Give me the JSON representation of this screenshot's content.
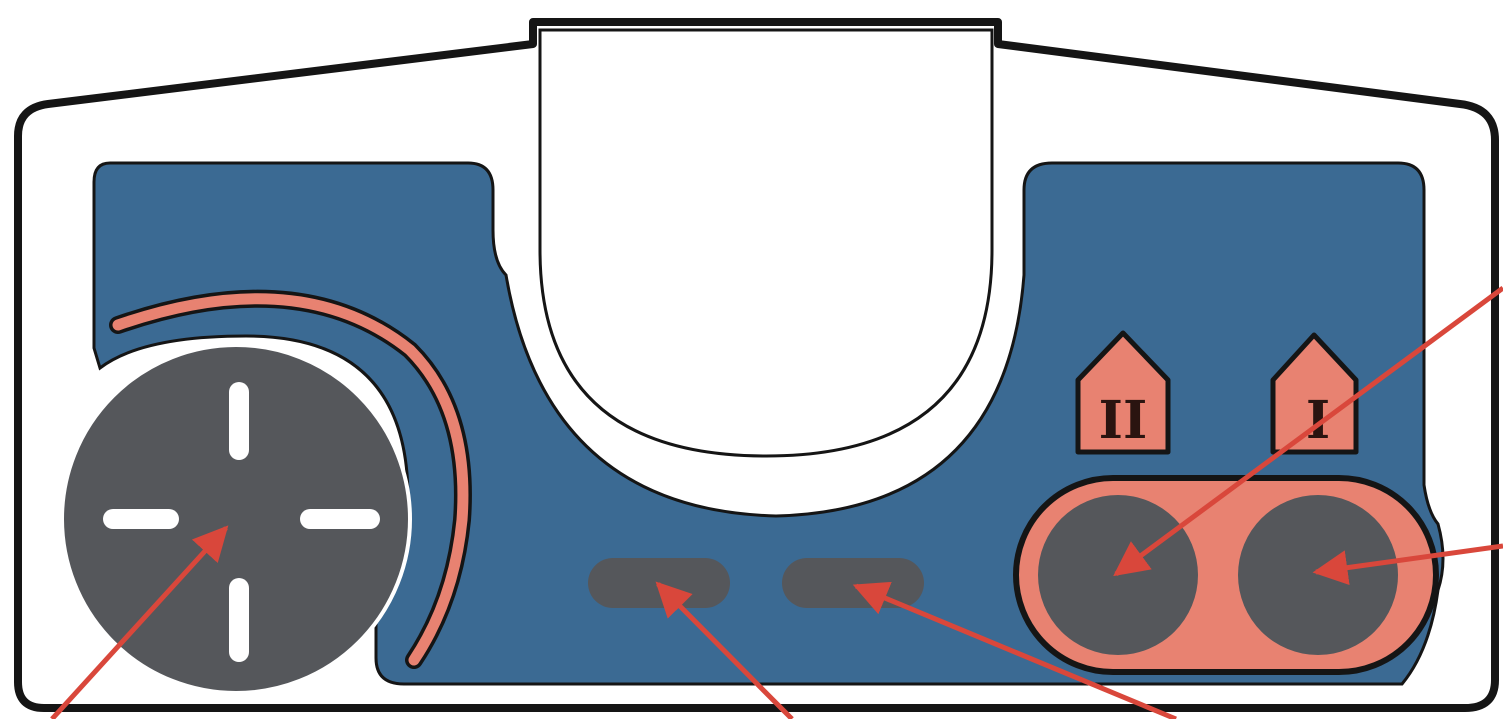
{
  "colors": {
    "outline": "#151515",
    "shell": "#ffffff",
    "panel": "#3b6a93",
    "accent": "#e88271",
    "button": "#55575b",
    "arrow": "#d9473b",
    "label_text": "#2a1410"
  },
  "buttons": {
    "button_two_label": "II",
    "button_one_label": "I"
  },
  "icons": {
    "dpad": "cross-icon",
    "labels": "house-shape-tag"
  }
}
